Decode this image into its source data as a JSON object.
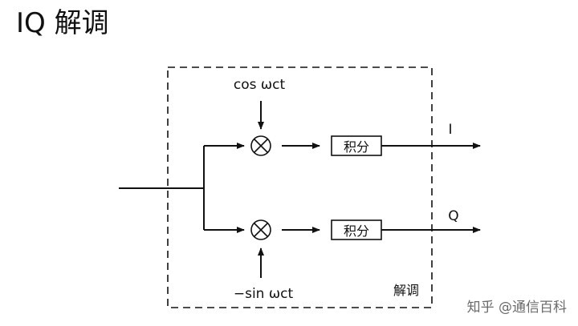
{
  "title": "IQ 解调",
  "diagram": {
    "carrier_top": "cos ωct",
    "carrier_bottom": "−sin ωct",
    "integrator_top": "积分",
    "integrator_bottom": "积分",
    "output_top": "I",
    "output_bottom": "Q",
    "box_label": "解调",
    "multiplier_symbol": "⊗"
  },
  "watermark": "知乎 @通信百科"
}
